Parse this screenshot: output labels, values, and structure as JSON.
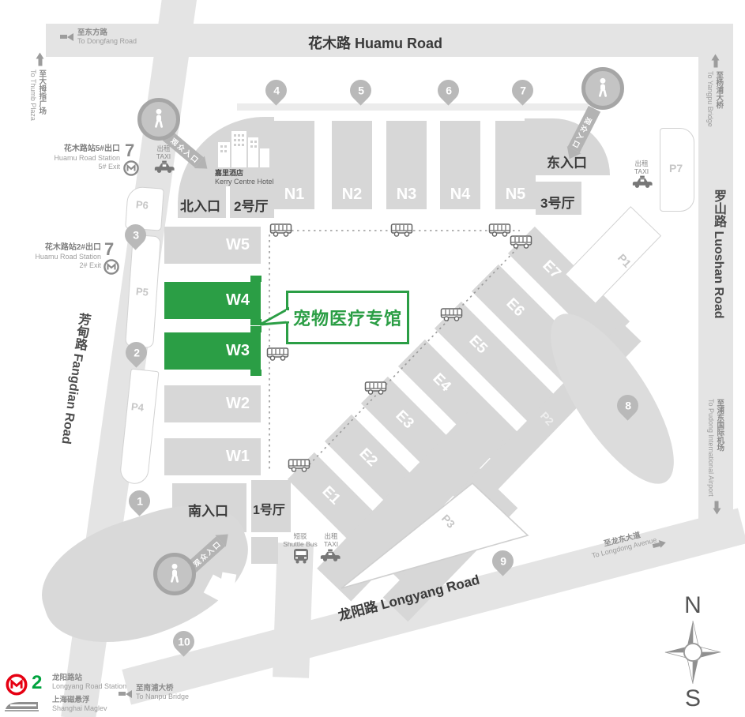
{
  "roads": {
    "huamu": "花木路 Huamu Road",
    "fangdian": "芳甸路 Fangdian Road",
    "luoshan": "罗山路 Luoshan Road",
    "longyang": "龙阳路 Longyang Road"
  },
  "directions": {
    "dongfang": {
      "cn": "至东方路",
      "en": "To Dongfang Road"
    },
    "thumb": {
      "cn": "至大拇指广场",
      "en": "To Thumb Plaza"
    },
    "yangpu": {
      "cn": "至杨浦大桥",
      "en": "To Yangpu Bridge"
    },
    "pudong": {
      "cn": "至浦东国际机场",
      "en": "To Pudong International Airport"
    },
    "longdong": {
      "cn": "至龙东大道",
      "en": "To Longdong Avenue"
    },
    "nanpu": {
      "cn": "至南浦大桥",
      "en": "To Nanpu Bridge"
    }
  },
  "stations": {
    "huamu5": {
      "cn": "花木路站5#出口",
      "en": "Huamu Road Station",
      "exit": "5# Exit",
      "line": "7"
    },
    "huamu2": {
      "cn": "花木路站2#出口",
      "en": "Huamu Road Station",
      "exit": "2# Exit",
      "line": "7"
    },
    "longyang": {
      "cn": "龙阳路站",
      "en": "Longyang Road Station",
      "line": "2"
    },
    "maglev": {
      "cn": "上海磁悬浮",
      "en": "Shanghai Maglev"
    }
  },
  "entrances": {
    "north": "北入口",
    "east": "东入口",
    "south": "南入口",
    "visitor": "观众入口"
  },
  "halls": {
    "w": [
      "W5",
      "W4",
      "W3",
      "W2",
      "W1"
    ],
    "n": [
      "N1",
      "N2",
      "N3",
      "N4",
      "N5"
    ],
    "e": [
      "E7",
      "E6",
      "E5",
      "E4",
      "E3",
      "E2",
      "E1"
    ],
    "hall1": "1号厅",
    "hall2": "2号厅",
    "hall3": "3号厅"
  },
  "parking": {
    "p1": "P1",
    "p2": "P2",
    "p3": "P3",
    "p4": "P4",
    "p5": "P5",
    "p6": "P6",
    "p7": "P7"
  },
  "markers": [
    "1",
    "2",
    "3",
    "4",
    "5",
    "6",
    "7",
    "8",
    "9",
    "10"
  ],
  "hotel": {
    "cn": "嘉里酒店",
    "en": "Kerry Centre Hotel"
  },
  "callout": {
    "label": "宠物医疗专馆"
  },
  "transport": {
    "taxi": {
      "cn": "出租",
      "en": "TAXI"
    },
    "shuttle": {
      "cn": "短驳",
      "en": "Shuttle Bus"
    }
  },
  "compass": {
    "n": "N",
    "s": "S"
  },
  "colors": {
    "highlight_green": "#2b9e45",
    "road_gray": "#e4e4e4",
    "hall_gray": "#d7d7d7",
    "marker_gray": "#b9b9b9"
  }
}
